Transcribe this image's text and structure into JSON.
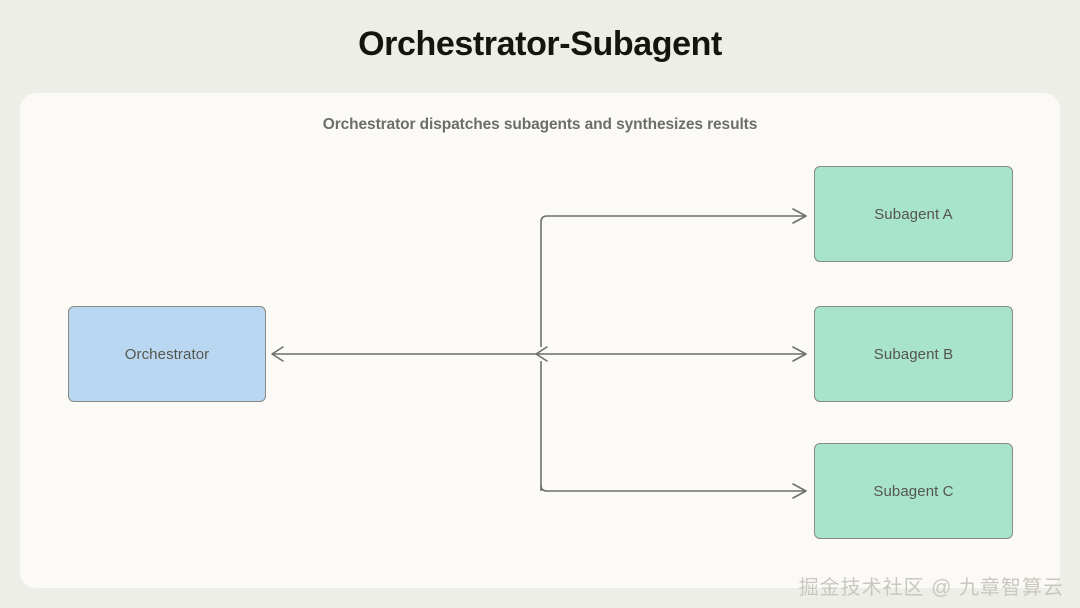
{
  "page": {
    "title": "Orchestrator-Subagent",
    "background_color": "#edeee8",
    "panel_color": "#fbfaf7"
  },
  "panel": {
    "subtitle": "Orchestrator dispatches subagents and synthesizes results"
  },
  "diagram": {
    "type": "flow-diagram",
    "nodes": [
      {
        "id": "orchestrator",
        "label": "Orchestrator",
        "fill": "#bad7f2",
        "border": "#8a8a84"
      },
      {
        "id": "subagent_a",
        "label": "Subagent A",
        "fill": "#a8e3cc",
        "border": "#8a8a84"
      },
      {
        "id": "subagent_b",
        "label": "Subagent B",
        "fill": "#a8e3cc",
        "border": "#8a8a84"
      },
      {
        "id": "subagent_c",
        "label": "Subagent C",
        "fill": "#a8e3cc",
        "border": "#8a8a84"
      }
    ],
    "edges": [
      {
        "from": "orchestrator",
        "to": "subagent_a",
        "style": "elbow",
        "arrow": "end"
      },
      {
        "from": "orchestrator",
        "to": "subagent_b",
        "style": "straight",
        "arrow": "both"
      },
      {
        "from": "orchestrator",
        "to": "subagent_c",
        "style": "elbow",
        "arrow": "end"
      }
    ],
    "edge_color": "#70706a"
  },
  "watermark": {
    "text": "掘金技术社区 @ 九章智算云"
  }
}
